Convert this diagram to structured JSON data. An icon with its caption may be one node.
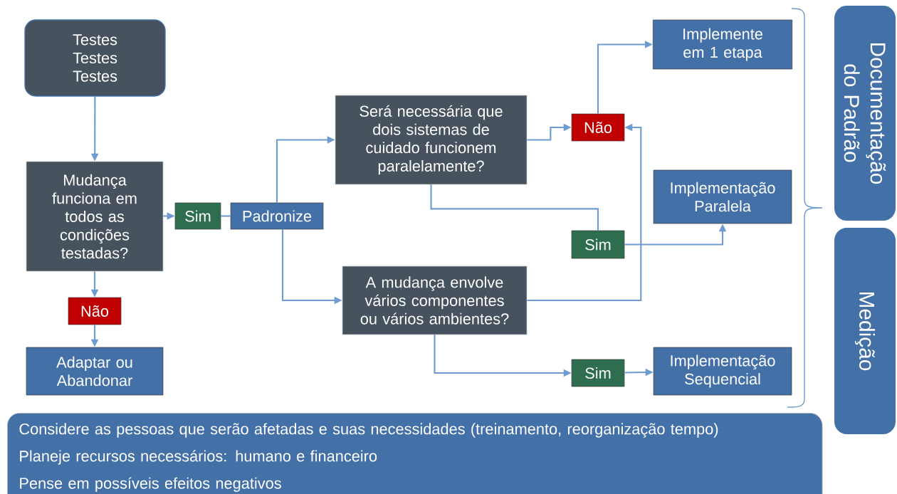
{
  "diagram": {
    "nodes": [
      {
        "text": [
          "Testes Testes Testes"
        ]
      },
      {
        "text": [
          "Mudança funciona em todos as condições testadas?"
        ]
      },
      {
        "text": [
          "Sim"
        ]
      },
      {
        "text": [
          "Padronize"
        ]
      },
      {
        "text": [
          "Será necessária que dois sistemas de cuidado funcionem paralelamente?"
        ]
      },
      {
        "text": [
          "Não"
        ]
      },
      {
        "text": [
          "Implemente em 1 etapa"
        ]
      },
      {
        "text": [
          "Implementação Paralela"
        ]
      },
      {
        "text": [
          "Sim"
        ]
      },
      {
        "text": [
          "A mudança envolve vários componentes ou vários ambientes?"
        ]
      },
      {
        "text": [
          "Não"
        ]
      },
      {
        "text": [
          "Adaptar ou Abandonar"
        ]
      },
      {
        "text": [
          "Sim"
        ]
      },
      {
        "text": [
          "Implementação Sequencial"
        ]
      },
      {
        "text": [
          "Documentação do Padrão"
        ]
      },
      {
        "text": [
          "Medição"
        ]
      },
      {
        "text": [
          "Considere as pessoas que serão afetadas e suas necessidades (treinamento, reorganização tempo)",
          "Planeje recursos necessários: humano e financeiro",
          "Pense em possíveis efeitos negativos"
        ]
      }
    ],
    "edges": [
      {
        "from": 0,
        "to": 1,
        "arrow": "to"
      },
      {
        "from": 1,
        "to": 2,
        "arrow": "to"
      },
      {
        "from": 2,
        "to": 3,
        "arrow": "none"
      },
      {
        "from": 3,
        "to": 4,
        "arrow": "to"
      },
      {
        "from": 3,
        "to": 9,
        "arrow": "to"
      },
      {
        "from": 4,
        "to": 5,
        "arrow": "to"
      },
      {
        "from": 5,
        "to": 6,
        "arrow": "to"
      },
      {
        "from": 4,
        "to": 8,
        "arrow": "none"
      },
      {
        "from": 8,
        "to": 7,
        "arrow": "to"
      },
      {
        "from": 9,
        "to": 5,
        "arrow": "to"
      },
      {
        "from": 1,
        "to": 10,
        "arrow": "to"
      },
      {
        "from": 10,
        "to": 11,
        "arrow": "to"
      },
      {
        "from": 9,
        "to": 12,
        "arrow": "to"
      },
      {
        "from": 12,
        "to": 13,
        "arrow": "to"
      }
    ]
  }
}
